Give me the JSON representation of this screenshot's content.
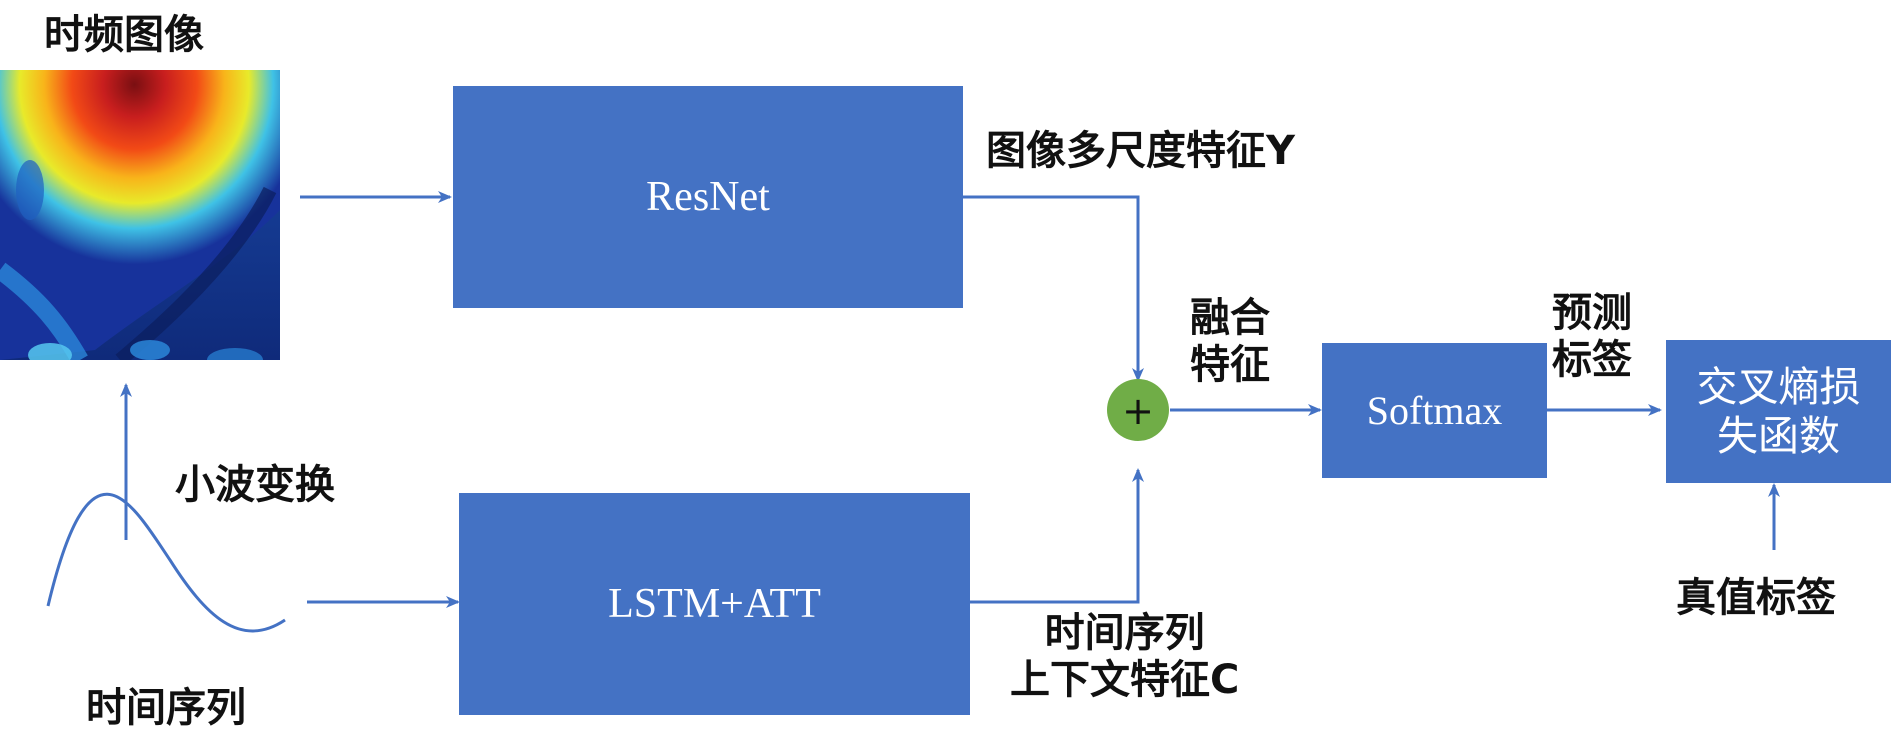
{
  "labels": {
    "tf_image": "时频图像",
    "wavelet": "小波变换",
    "time_series": "时间序列",
    "image_feature": "图像多尺度特征Y",
    "fusion_line1": "融合",
    "fusion_line2": "特征",
    "predict_line1": "预测",
    "predict_line2": "标签",
    "context_line1": "时间序列",
    "context_line2": "上下文特征C",
    "true_label": "真值标签"
  },
  "blocks": {
    "resnet": "ResNet",
    "lstm": "LSTM+ATT",
    "softmax": "Softmax",
    "loss_line1": "交叉熵损",
    "loss_line2": "失函数"
  },
  "plus_symbol": "+",
  "colors": {
    "block": "#4472C4",
    "arrow": "#4472C4",
    "plus_node": "#70AD47"
  },
  "icons": {
    "heatmap": "time-frequency-heatmap",
    "signal": "sine-wave",
    "merge": "plus-circle-icon"
  }
}
